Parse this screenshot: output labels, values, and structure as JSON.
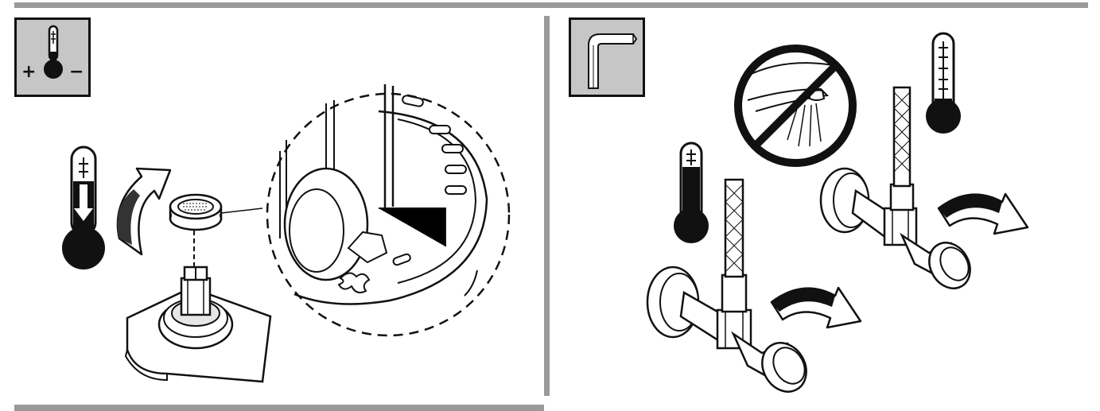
{
  "left_panel": {
    "icon": "temperature-adjust-icon",
    "symbol_plus": "+",
    "symbol_minus": "−",
    "items": [
      "thermometer-cold-arrow-icon",
      "rotate-arrow-icon",
      "limit-ring",
      "cartridge-spindle",
      "detail-magnifier"
    ]
  },
  "right_panel": {
    "icon": "hex-key-icon",
    "items": [
      "no-water-spray-icon",
      "thermometer-cold-icon",
      "thermometer-hot-icon",
      "angle-valve-hot",
      "angle-valve-cold",
      "turn-arrow-icon"
    ]
  },
  "colors": {
    "bar": "#9a9a9a",
    "tile": "#c6c6c6",
    "ink": "#111111"
  }
}
